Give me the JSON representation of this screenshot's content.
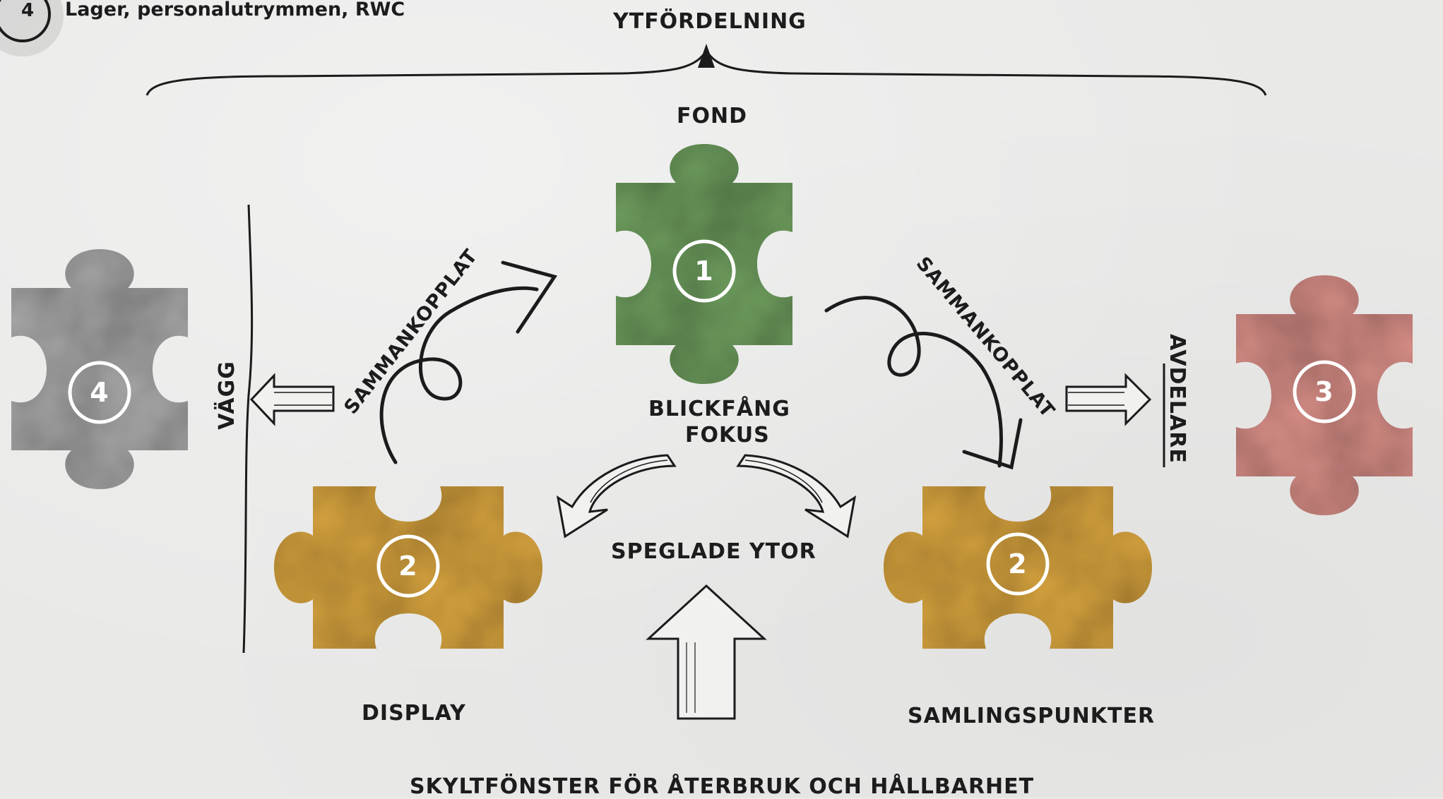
{
  "header": {
    "step_number": "4",
    "step_title": "Lager, personalutrymmen, RWC"
  },
  "diagram": {
    "title": "YTFÖRDELNING",
    "labels": {
      "fond": "FOND",
      "focus_line1": "BLICKFÅNG",
      "focus_line2": "FOKUS",
      "mirrored": "SPEGLADE YTOR",
      "display": "DISPLAY",
      "gathering": "SAMLINGSPUNKTER",
      "wall": "VÄGG",
      "divider": "AVDELARE",
      "connected_left": "SAMMANKOPPLAT",
      "connected_right": "SAMMANKOPPLAT",
      "bottom": "SKYLTFÖNSTER FÖR ÅTERBRUK OCH HÅLLBARHET"
    },
    "pieces": {
      "center": "1",
      "left_bottom": "2",
      "right_bottom": "2",
      "right": "3",
      "left": "4"
    },
    "colors": {
      "green": "#6f9e5f",
      "ochre": "#d8a43f",
      "pink": "#d98f88",
      "grey": "#a9a9a9",
      "ink": "#1b1b1b"
    }
  }
}
